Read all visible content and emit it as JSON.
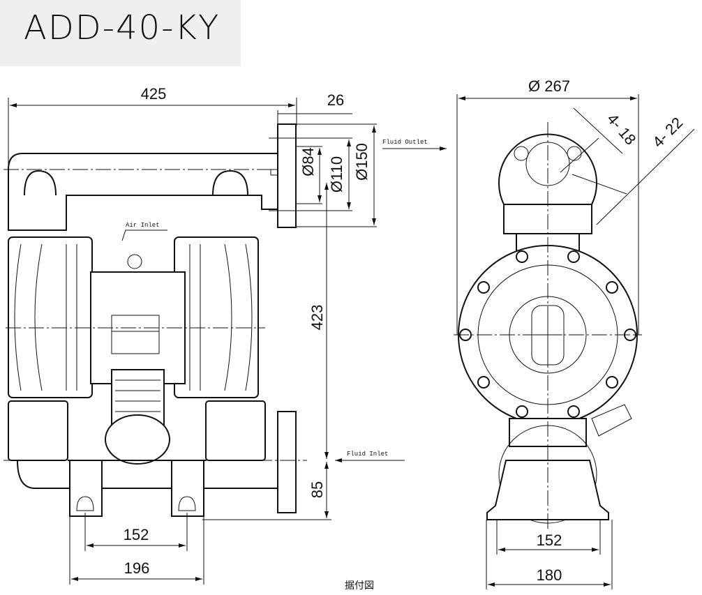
{
  "title": "ADD-40-KY",
  "front_view": {
    "dims": {
      "width": "425",
      "flange_thickness": "26",
      "bore": "Ø84",
      "bolt_circle": "Ø110",
      "flange_od": "Ø150",
      "height": "423",
      "inlet_height": "85",
      "foot_spacing": "152",
      "foot_width": "196"
    },
    "labels": {
      "fluid_outlet": "Fluid Outlet",
      "air_inlet": "Air Inlet",
      "fluid_inlet": "Fluid Inlet"
    }
  },
  "side_view": {
    "dims": {
      "diameter": "Ø 267",
      "holes_small": "4- 18",
      "holes_large": "4- 22",
      "foot_spacing": "152",
      "foot_width": "180"
    }
  },
  "caption": "据付図"
}
